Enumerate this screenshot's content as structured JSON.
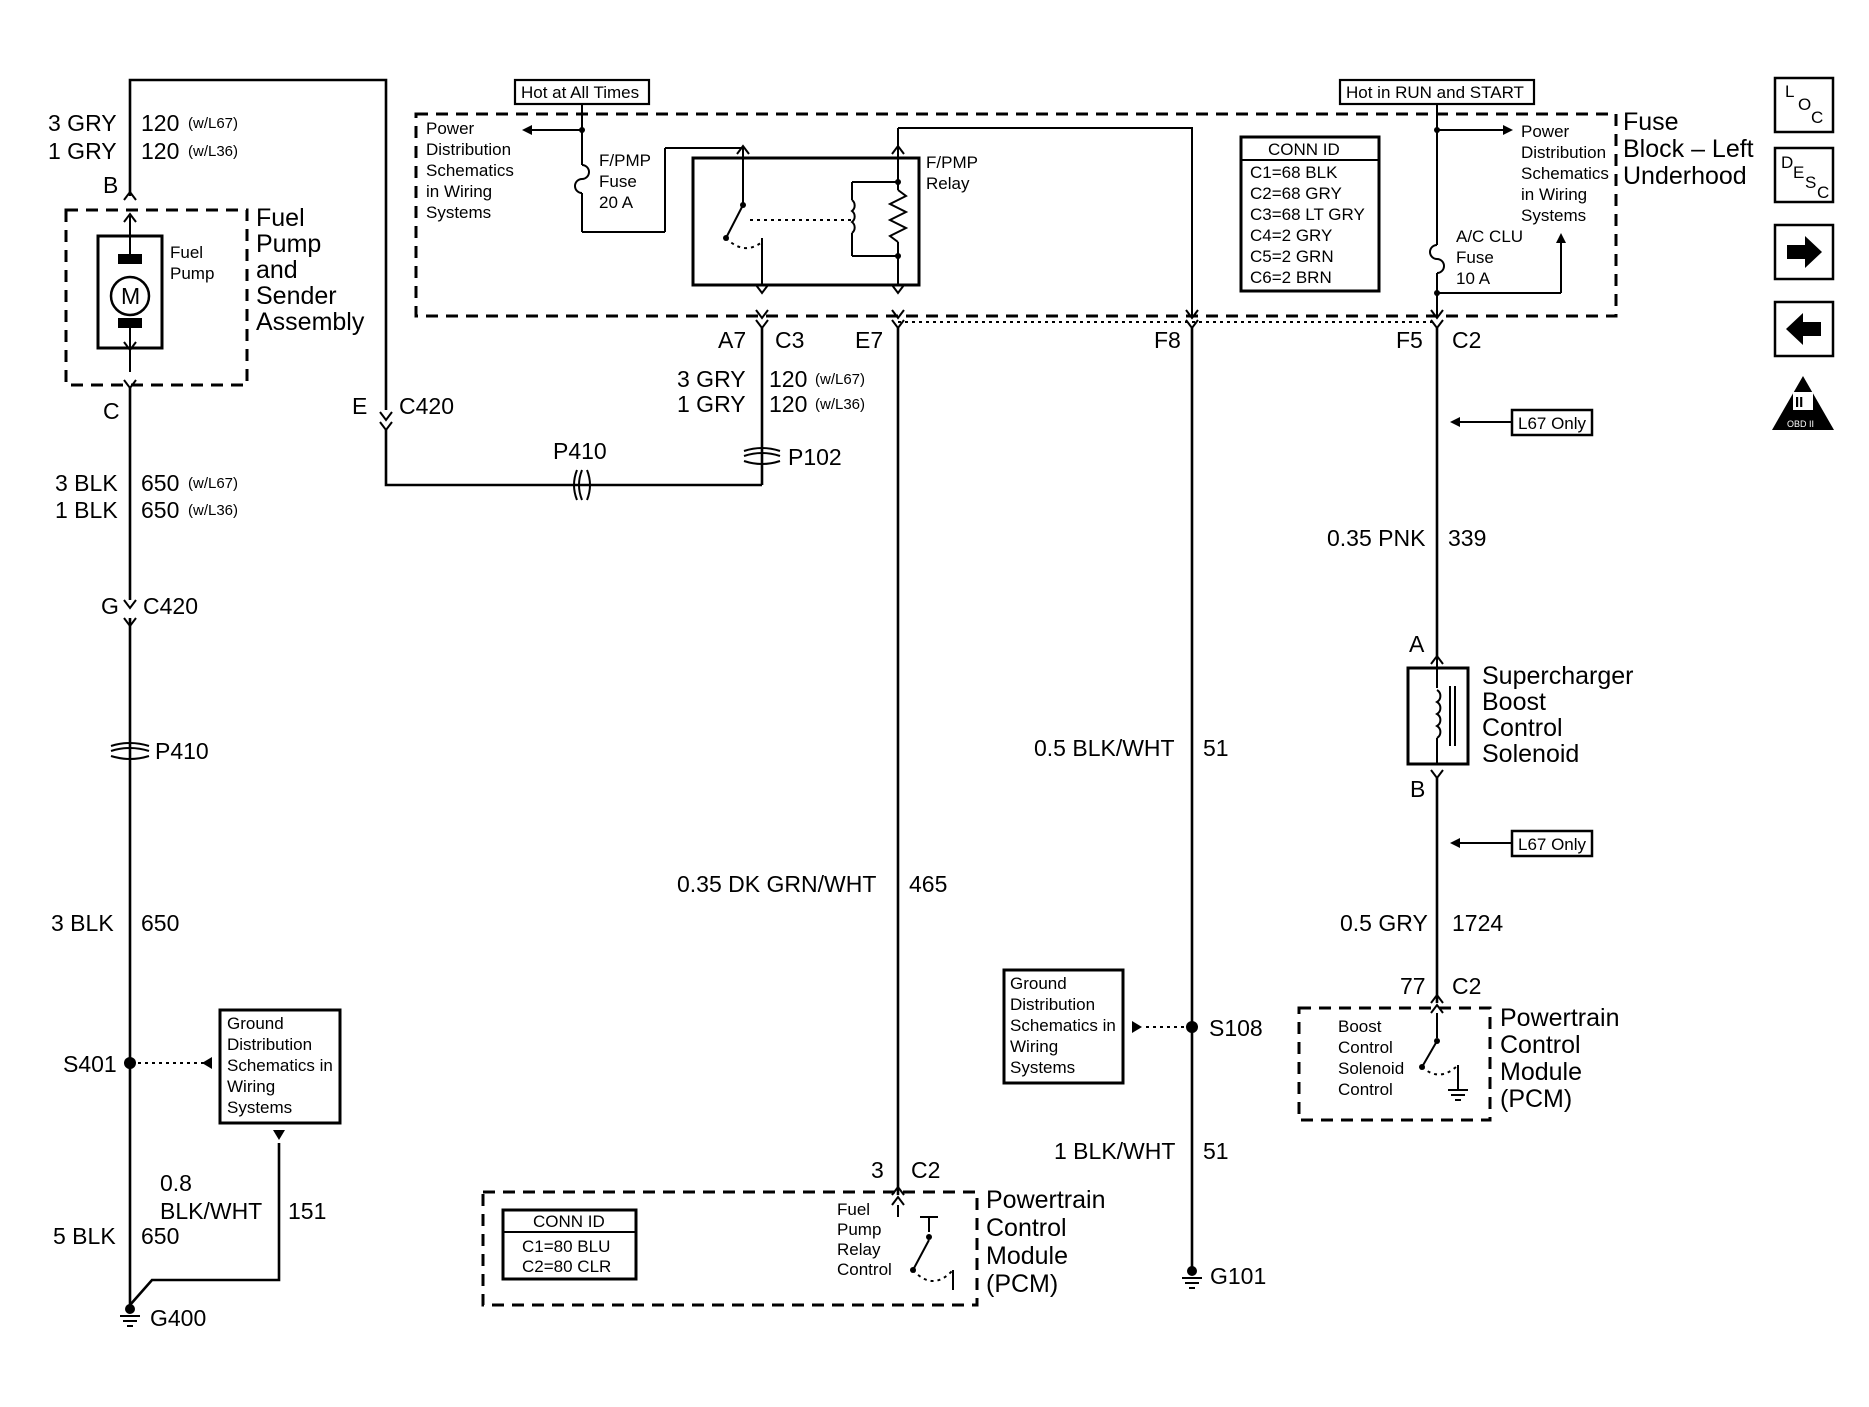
{
  "labels": {
    "hot_at_all_times": "Hot at All Times",
    "hot_in_run_start": "Hot in RUN and START",
    "fuse_block": [
      "Fuse",
      "Block – Left",
      "Underhood"
    ],
    "power_dist_left": [
      "Power",
      "Distribution",
      "Schematics",
      "in Wiring",
      "Systems"
    ],
    "power_dist_right": [
      "Power",
      "Distribution",
      "Schematics",
      "in Wiring",
      "Systems"
    ],
    "fpmp_fuse": [
      "F/PMP",
      "Fuse",
      "20 A"
    ],
    "fpmp_relay": [
      "F/PMP",
      "Relay"
    ],
    "ac_clu_fuse": [
      "A/C CLU",
      "Fuse",
      "10 A"
    ],
    "conn_id_top": {
      "title": "CONN ID",
      "items": [
        "C1=68 BLK",
        "C2=68 GRY",
        "C3=68 LT GRY",
        "C4=2 GRY",
        "C5=2 GRN",
        "C6=2 BRN"
      ]
    },
    "conn_id_pcm": {
      "title": "CONN ID",
      "items": [
        "C1=80 BLU",
        "C2=80 CLR"
      ]
    },
    "fuel_pump_assembly": [
      "Fuel",
      "Pump",
      "and",
      "Sender",
      "Assembly"
    ],
    "fuel_pump": [
      "Fuel",
      "Pump"
    ],
    "motor": "M",
    "supercharger": [
      "Supercharger",
      "Boost",
      "Control",
      "Solenoid"
    ],
    "pcm": [
      "Powertrain",
      "Control",
      "Module",
      "(PCM)"
    ],
    "fuel_pump_relay_control": [
      "Fuel",
      "Pump",
      "Relay",
      "Control"
    ],
    "boost_control": [
      "Boost",
      "Control",
      "Solenoid",
      "Control"
    ],
    "ground_dist": [
      "Ground",
      "Distribution",
      "Schematics in",
      "Wiring",
      "Systems"
    ],
    "l67_only": "L67 Only",
    "w_l67": "(w/L67)",
    "w_l36": "(w/L36)"
  },
  "wires": {
    "w1": {
      "a": "3 GRY",
      "b": "1 GRY",
      "c": "120",
      "d": "120"
    },
    "w2": {
      "a": "3 BLK",
      "b": "1 BLK",
      "c": "650",
      "d": "650"
    },
    "w3": {
      "color": "3 BLK",
      "circuit": "650"
    },
    "w4": {
      "color_a": "0.8",
      "color_b": "BLK/WHT",
      "circuit": "151"
    },
    "w5": {
      "color": "5 BLK",
      "circuit": "650"
    },
    "w6": {
      "a": "3 GRY",
      "b": "1 GRY",
      "c": "120",
      "d": "120"
    },
    "w7": {
      "color": "0.35 DK GRN/WHT",
      "circuit": "465"
    },
    "w8": {
      "color": "0.5 BLK/WHT",
      "circuit": "51"
    },
    "w9": {
      "color": "1 BLK/WHT",
      "circuit": "51"
    },
    "w10": {
      "color": "0.35 PNK",
      "circuit": "339"
    },
    "w11": {
      "color": "0.5 GRY",
      "circuit": "1724"
    }
  },
  "connectors": {
    "B": "B",
    "C": "C",
    "E": "E",
    "C420": "C420",
    "G": "G",
    "C420b": "C420",
    "P410": "P410",
    "P410b": "P410",
    "P102": "P102",
    "A7": "A7",
    "C3": "C3",
    "E7": "E7",
    "F8": "F8",
    "F5": "F5",
    "C2": "C2",
    "A": "A",
    "Bsol": "B",
    "pin77": "77",
    "C2b": "C2",
    "pin3": "3",
    "C2c": "C2",
    "S401": "S401",
    "S108": "S108",
    "G400": "G400",
    "G101": "G101"
  },
  "nav": {
    "loc": [
      "L",
      "O",
      "C"
    ],
    "desc": [
      "D",
      "E",
      "S",
      "C"
    ],
    "obd_numeral": "II",
    "obd_text": "OBD II"
  }
}
